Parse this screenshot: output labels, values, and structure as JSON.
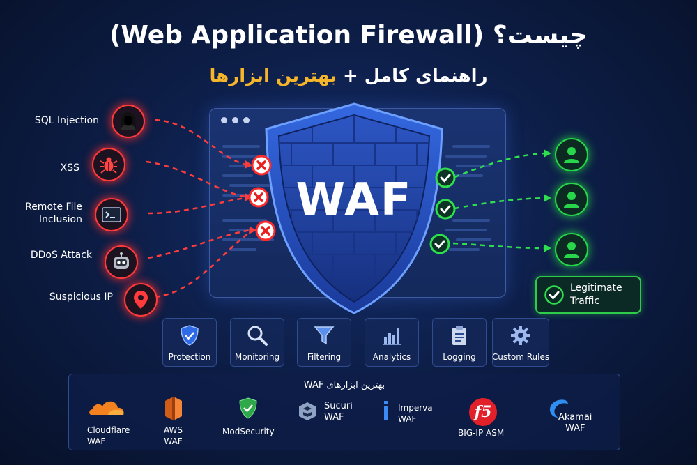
{
  "header": {
    "title": "چیست؟ (Web Application Firewall)",
    "subtitle_prefix": "راهنمای کامل + ",
    "subtitle_highlight": "بهترین ابزارها"
  },
  "waf": {
    "label": "WAF"
  },
  "threats": [
    {
      "label": "SQL Injection",
      "icon": "hacker-icon"
    },
    {
      "label": "XSS",
      "icon": "bug-icon"
    },
    {
      "label": "Remote File Inclusion",
      "icon": "terminal-icon"
    },
    {
      "label": "DDoS Attack",
      "icon": "robot-icon"
    },
    {
      "label": "Suspicious IP",
      "icon": "location-pin-icon"
    }
  ],
  "legit": {
    "label": "Legitimate Traffic"
  },
  "features": [
    {
      "label": "Protection",
      "icon": "shield-check-icon"
    },
    {
      "label": "Monitoring",
      "icon": "magnifier-icon"
    },
    {
      "label": "Filtering",
      "icon": "funnel-icon"
    },
    {
      "label": "Analytics",
      "icon": "bar-chart-icon"
    },
    {
      "label": "Logging",
      "icon": "clipboard-icon"
    },
    {
      "label": "Custom Rules",
      "icon": "gear-icon"
    }
  ],
  "tools": {
    "heading": "بهترین ابزارهای WAF",
    "items": [
      {
        "line1": "Cloudflare",
        "line2": "WAF",
        "icon": "cloudflare-logo-icon"
      },
      {
        "line1": "AWS",
        "line2": "WAF",
        "icon": "aws-logo-icon"
      },
      {
        "line1": "ModSecurity",
        "line2": "",
        "icon": "modsecurity-logo-icon"
      },
      {
        "line1": "Sucuri",
        "line2": "WAF",
        "icon": "sucuri-logo-icon"
      },
      {
        "line1": "Imperva",
        "line2": "WAF",
        "icon": "imperva-logo-icon"
      },
      {
        "line1": "BIG-IP ASM",
        "line2": "",
        "icon": "f5-logo-icon",
        "logo_text": "f5"
      },
      {
        "line1": "Akamai",
        "line2": "WAF",
        "icon": "akamai-logo-icon"
      }
    ]
  },
  "colors": {
    "threat": "#ff3b3b",
    "safe": "#27d64a",
    "accent": "#f6b52a",
    "shield": "#2b57c8"
  }
}
